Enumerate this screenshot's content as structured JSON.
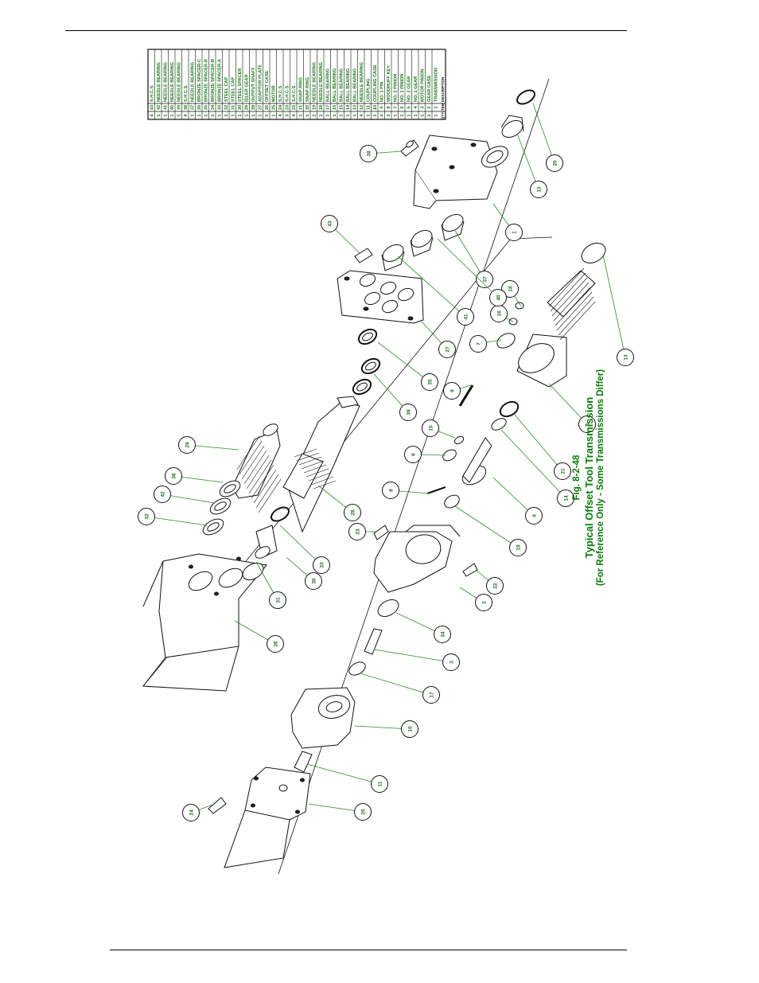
{
  "figure": {
    "title": "Fig. 8-2-48",
    "subtitle": "Typical Offset Tool Transmission",
    "note": "(For Reference Only - Some Transmissions Differ)"
  },
  "colors": {
    "ink": "#111111",
    "balloon_text": "#1f6f1f",
    "leader": "#2a8a2a",
    "table_text": "#0c7a0c"
  },
  "parts_table": {
    "header": {
      "qty": "QTY.",
      "item": "ITEM",
      "description": "DESCRIPTION"
    },
    "rows": [
      {
        "qty": "1",
        "item": "1",
        "desc": "TRANSMISSION"
      },
      {
        "qty": "1",
        "item": "2",
        "desc": "GEAR CASE"
      },
      {
        "qty": "1",
        "item": "3",
        "desc": "MOTOR PINION"
      },
      {
        "qty": "1",
        "item": "4",
        "desc": "NO. 1 GEAR"
      },
      {
        "qty": "1",
        "item": "5",
        "desc": "NO. 2 GEAR"
      },
      {
        "qty": "1",
        "item": "6",
        "desc": "NO. 1 PINION"
      },
      {
        "qty": "1",
        "item": "7",
        "desc": "NO. 2 PINION"
      },
      {
        "qty": "3",
        "item": "8",
        "desc": "WOODRUFF KEY"
      },
      {
        "qty": "3",
        "item": "9",
        "desc": "NO. 1 PIN"
      },
      {
        "qty": "1",
        "item": "10",
        "desc": "COUPLING CASE"
      },
      {
        "qty": "1",
        "item": "11",
        "desc": "COUPLING"
      },
      {
        "qty": "4",
        "item": "12",
        "desc": "NEEDLE BEARING"
      },
      {
        "qty": "1",
        "item": "13",
        "desc": "BALL BEARING"
      },
      {
        "qty": "1",
        "item": "14",
        "desc": "BALL BEARING"
      },
      {
        "qty": "1",
        "item": "15",
        "desc": "BALL BEARING"
      },
      {
        "qty": "1",
        "item": "16",
        "desc": "BALL BEARING"
      },
      {
        "qty": "1",
        "item": "17",
        "desc": "BALL BEARING"
      },
      {
        "qty": "1",
        "item": "18",
        "desc": "NEEDLE BEARING"
      },
      {
        "qty": "2",
        "item": "19",
        "desc": "NEEDLE BEARING"
      },
      {
        "qty": "1",
        "item": "20",
        "desc": "SNAP RING"
      },
      {
        "qty": "1",
        "item": "21",
        "desc": "SNAP RING"
      },
      {
        "qty": "4",
        "item": "22",
        "desc": "S.H.C.S."
      },
      {
        "qty": "3",
        "item": "23",
        "desc": "S.H.C.S."
      },
      {
        "qty": "4",
        "item": "24",
        "desc": "S.H.C.S."
      },
      {
        "qty": "1",
        "item": "25",
        "desc": "MOTOR"
      },
      {
        "qty": "1",
        "item": "26",
        "desc": "OFFSET CASE"
      },
      {
        "qty": "1",
        "item": "27",
        "desc": "ADAPTOR PLATE"
      },
      {
        "qty": "1",
        "item": "28",
        "desc": "OUTPUT SHAFT"
      },
      {
        "qty": "1",
        "item": "29",
        "desc": "IDLER GEAR"
      },
      {
        "qty": "1",
        "item": "30",
        "desc": "STEEL SPACER"
      },
      {
        "qty": "1",
        "item": "31",
        "desc": "STEEL CAP"
      },
      {
        "qty": "1",
        "item": "32",
        "desc": "STEEL CAP"
      },
      {
        "qty": "1",
        "item": "33",
        "desc": "BRONZE SPACER-A"
      },
      {
        "qty": "1",
        "item": "34",
        "desc": "BRONZE SPACER-B"
      },
      {
        "qty": "1",
        "item": "35",
        "desc": "BRONZE SPACER-B"
      },
      {
        "qty": "1",
        "item": "36",
        "desc": "BRONZE SPACER-C"
      },
      {
        "qty": "1",
        "item": "37",
        "desc": "NEEDLE BEARING"
      },
      {
        "qty": "4",
        "item": "38",
        "desc": "S.H.C.S."
      },
      {
        "qty": "1",
        "item": "39",
        "desc": "NEEDLE BEARING"
      },
      {
        "qty": "1",
        "item": "40",
        "desc": "NEEDLE BEARING"
      },
      {
        "qty": "1",
        "item": "41",
        "desc": "NEEDLE BEARING"
      },
      {
        "qty": "1",
        "item": "42",
        "desc": "NEEDLE BEARING"
      },
      {
        "qty": "4",
        "item": "43",
        "desc": "S.H.C.S."
      }
    ]
  },
  "callouts": [
    "1",
    "2",
    "3",
    "4",
    "5",
    "6",
    "7",
    "8",
    "9",
    "10",
    "11",
    "12",
    "13",
    "14",
    "15",
    "16",
    "17",
    "18",
    "19",
    "20",
    "21",
    "22",
    "23",
    "24",
    "25",
    "26",
    "27",
    "28",
    "29",
    "30",
    "31",
    "32",
    "33",
    "34",
    "35",
    "36",
    "37",
    "38",
    "39",
    "40",
    "41",
    "42",
    "43",
    "22",
    "12",
    "38"
  ]
}
